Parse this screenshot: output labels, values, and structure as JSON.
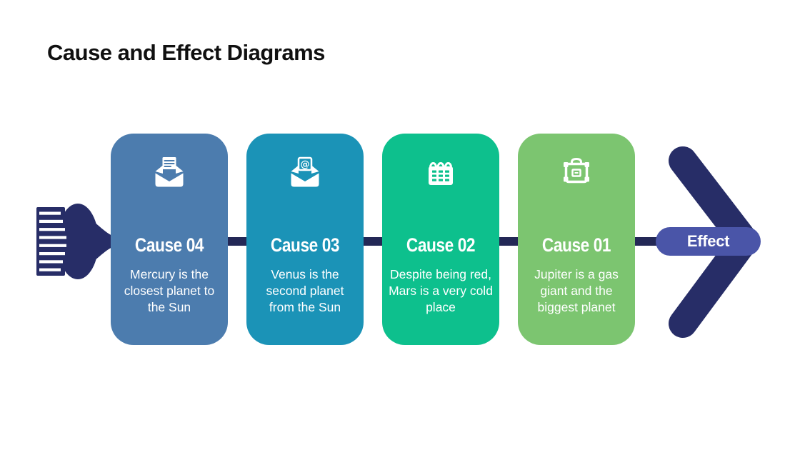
{
  "slide": {
    "title": "Cause and Effect Diagrams"
  },
  "colors": {
    "background": "#ffffff",
    "spine": "#232856",
    "fishbone_tail": "#272D67",
    "effect_arrow": "#272D67"
  },
  "causes": [
    {
      "label": "Cause 04",
      "description": "Mercury is the closest planet to the Sun",
      "color": "#4C7CAE",
      "icon": "open-envelope-letter-icon"
    },
    {
      "label": "Cause 03",
      "description": "Venus is the second planet from the Sun",
      "color": "#1B93B7",
      "icon": "open-envelope-at-icon"
    },
    {
      "label": "Cause 02",
      "description": "Despite being red, Mars is a very cold place",
      "color": "#0DC08D",
      "icon": "calendar-icon"
    },
    {
      "label": "Cause 01",
      "description": "Jupiter is a gas giant and the biggest planet",
      "color": "#7CC570",
      "icon": "briefcase-icon"
    }
  ],
  "effect": {
    "label": "Effect",
    "pill_color": "#4A55A8"
  }
}
